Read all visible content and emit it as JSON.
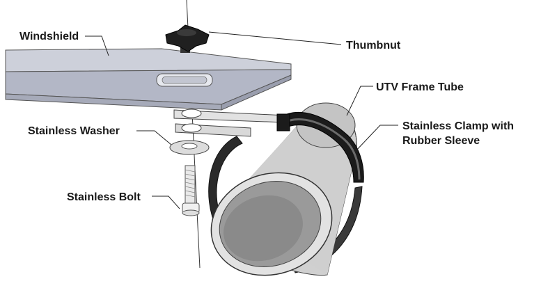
{
  "diagram": {
    "labels": {
      "windshield": "Windshield",
      "thumbnut": "Thumbnut",
      "frame_tube": "UTV Frame Tube",
      "washer": "Stainless Washer",
      "clamp_line1": "Stainless Clamp with",
      "clamp_line2": "Rubber Sleeve",
      "bolt": "Stainless Bolt"
    },
    "colors": {
      "windshield_top": "#c9ccd6",
      "windshield_side": "#a9adbb",
      "tube_outer": "#d6d6d6",
      "tube_inner": "#8f8f8f",
      "rubber": "#1b1b1b",
      "clamp_band": "#555555",
      "metal": "#e6e6e6",
      "line": "#222222"
    }
  }
}
